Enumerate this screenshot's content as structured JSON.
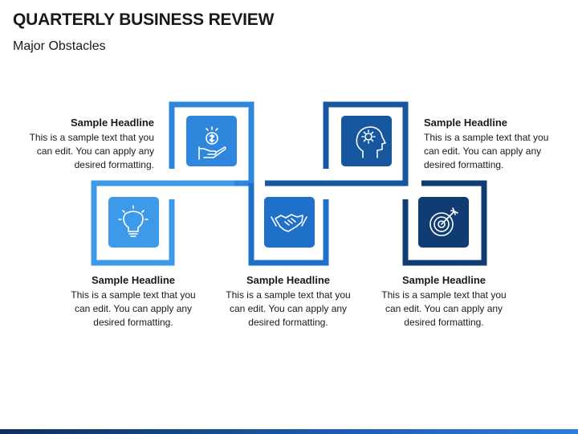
{
  "title": "QUARTERLY BUSINESS REVIEW",
  "subtitle": "Major Obstacles",
  "colors": {
    "step1": "#3d9ae8",
    "step2": "#2e86dd",
    "step3": "#1f70c8",
    "step4": "#16579f",
    "step5": "#0f3d73",
    "bar_dark": "#0d2f5e",
    "bar_light": "#2c7fd6"
  },
  "items": [
    {
      "icon": "money-hand-icon",
      "headline": "Sample Headline",
      "text": "This is a sample text that you can edit. You can apply any desired formatting."
    },
    {
      "icon": "lightbulb-icon",
      "headline": "Sample Headline",
      "text": "This is a sample text that you can edit. You can apply any desired formatting."
    },
    {
      "icon": "handshake-icon",
      "headline": "Sample Headline",
      "text": "This is a sample text that you can edit. You can apply any desired formatting."
    },
    {
      "icon": "head-gear-icon",
      "headline": "Sample Headline",
      "text": "This is a sample text that you can edit. You can apply any desired formatting."
    },
    {
      "icon": "target-icon",
      "headline": "Sample Headline",
      "text": "This is a sample text that you can edit. You can apply any desired formatting."
    }
  ]
}
